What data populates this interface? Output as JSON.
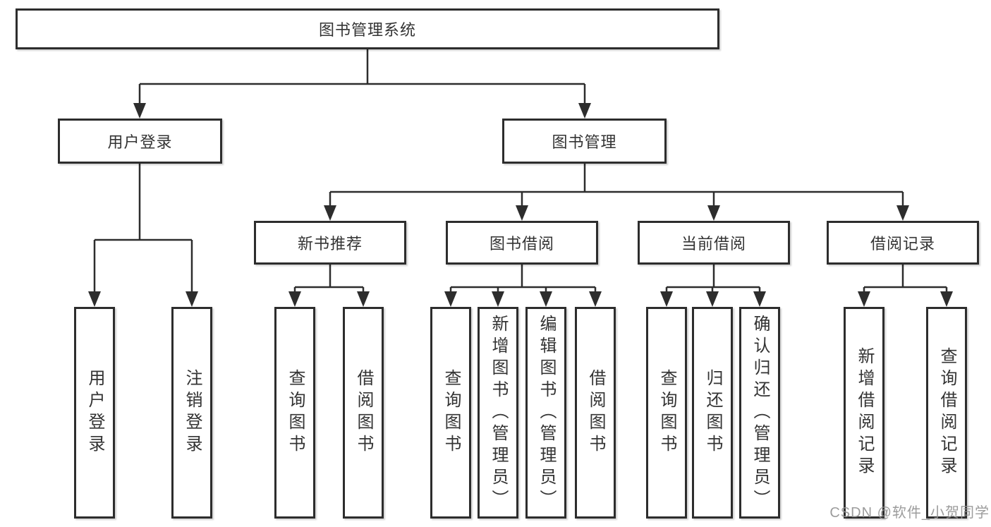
{
  "colors": {
    "line": "#2d2d2d",
    "box_border": "#2d2d2d",
    "text": "#333333",
    "background": "#ffffff",
    "watermark": "#949494"
  },
  "watermark": {
    "text": "CSDN @软件_小贺同学"
  },
  "tree": {
    "root": {
      "label": "图书管理系统"
    },
    "children": [
      {
        "label": "用户登录",
        "children": [
          {
            "label": "用户登录"
          },
          {
            "label": "注销登录"
          }
        ]
      },
      {
        "label": "图书管理",
        "children": [
          {
            "label": "新书推荐",
            "children": [
              {
                "label": "查询图书"
              },
              {
                "label": "借阅图书"
              }
            ]
          },
          {
            "label": "图书借阅",
            "children": [
              {
                "label": "查询图书"
              },
              {
                "label": "新增图书（管理员）"
              },
              {
                "label": "编辑图书（管理员）"
              },
              {
                "label": "借阅图书"
              }
            ]
          },
          {
            "label": "当前借阅",
            "children": [
              {
                "label": "查询图书"
              },
              {
                "label": "归还图书"
              },
              {
                "label": "确认归还（管理员）"
              }
            ]
          },
          {
            "label": "借阅记录",
            "children": [
              {
                "label": "新增借阅记录"
              },
              {
                "label": "查询借阅记录"
              }
            ]
          }
        ]
      }
    ]
  }
}
